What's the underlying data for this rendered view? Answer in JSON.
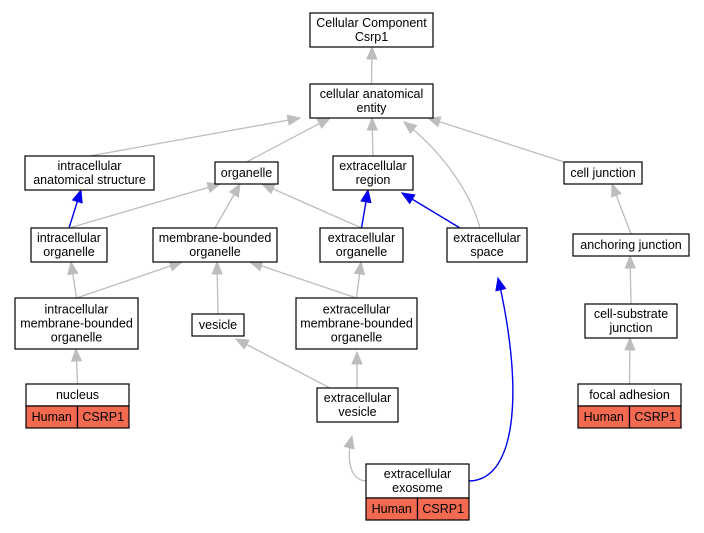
{
  "nodes": {
    "root": {
      "lines": [
        "Cellular Component",
        "Csrp1"
      ]
    },
    "cae": {
      "lines": [
        "cellular anatomical",
        "entity"
      ]
    },
    "ias": {
      "lines": [
        "intracellular",
        "anatomical structure"
      ]
    },
    "org": {
      "lines": [
        "organelle"
      ]
    },
    "exr": {
      "lines": [
        "extracellular",
        "region"
      ]
    },
    "cj": {
      "lines": [
        "cell junction"
      ]
    },
    "io": {
      "lines": [
        "intracellular",
        "organelle"
      ]
    },
    "mbo": {
      "lines": [
        "membrane-bounded",
        "organelle"
      ]
    },
    "eo": {
      "lines": [
        "extracellular",
        "organelle"
      ]
    },
    "es": {
      "lines": [
        "extracellular",
        "space"
      ]
    },
    "aj": {
      "lines": [
        "anchoring junction"
      ]
    },
    "imbo": {
      "lines": [
        "intracellular",
        "membrane-bounded",
        "organelle"
      ]
    },
    "ves": {
      "lines": [
        "vesicle"
      ]
    },
    "embo": {
      "lines": [
        "extracellular",
        "membrane-bounded",
        "organelle"
      ]
    },
    "csj": {
      "lines": [
        "cell-substrate",
        "junction"
      ]
    },
    "nuc": {
      "lines": [
        "nucleus"
      ],
      "tags": [
        "Human",
        "CSRP1"
      ]
    },
    "ev": {
      "lines": [
        "extracellular",
        "vesicle"
      ]
    },
    "fa": {
      "lines": [
        "focal adhesion"
      ],
      "tags": [
        "Human",
        "CSRP1"
      ]
    },
    "exo": {
      "lines": [
        "extracellular",
        "exosome"
      ],
      "tags": [
        "Human",
        "CSRP1"
      ]
    }
  },
  "edges": [
    {
      "from": "cae",
      "to": "root",
      "color": "gray"
    },
    {
      "from": "ias",
      "to": "cae",
      "color": "gray"
    },
    {
      "from": "org",
      "to": "cae",
      "color": "gray"
    },
    {
      "from": "exr",
      "to": "cae",
      "color": "gray"
    },
    {
      "from": "cj",
      "to": "cae",
      "color": "gray"
    },
    {
      "from": "es",
      "to": "cae",
      "color": "gray"
    },
    {
      "from": "io",
      "to": "ias",
      "color": "blue"
    },
    {
      "from": "io",
      "to": "org",
      "color": "gray"
    },
    {
      "from": "mbo",
      "to": "org",
      "color": "gray"
    },
    {
      "from": "eo",
      "to": "org",
      "color": "gray"
    },
    {
      "from": "eo",
      "to": "exr",
      "color": "blue"
    },
    {
      "from": "es",
      "to": "exr",
      "color": "blue"
    },
    {
      "from": "aj",
      "to": "cj",
      "color": "gray"
    },
    {
      "from": "imbo",
      "to": "io",
      "color": "gray"
    },
    {
      "from": "imbo",
      "to": "mbo",
      "color": "gray"
    },
    {
      "from": "ves",
      "to": "mbo",
      "color": "gray"
    },
    {
      "from": "embo",
      "to": "mbo",
      "color": "gray"
    },
    {
      "from": "embo",
      "to": "eo",
      "color": "gray"
    },
    {
      "from": "csj",
      "to": "aj",
      "color": "gray"
    },
    {
      "from": "nuc",
      "to": "imbo",
      "color": "gray"
    },
    {
      "from": "ev",
      "to": "ves",
      "color": "gray"
    },
    {
      "from": "ev",
      "to": "embo",
      "color": "gray"
    },
    {
      "from": "fa",
      "to": "csj",
      "color": "gray"
    },
    {
      "from": "exo",
      "to": "ev",
      "color": "gray"
    },
    {
      "from": "exo",
      "to": "es",
      "color": "blue"
    }
  ],
  "colors": {
    "gray_edge": "#bdbdbd",
    "blue_edge": "#0000ee",
    "tag_fill": "#f26a4f"
  }
}
